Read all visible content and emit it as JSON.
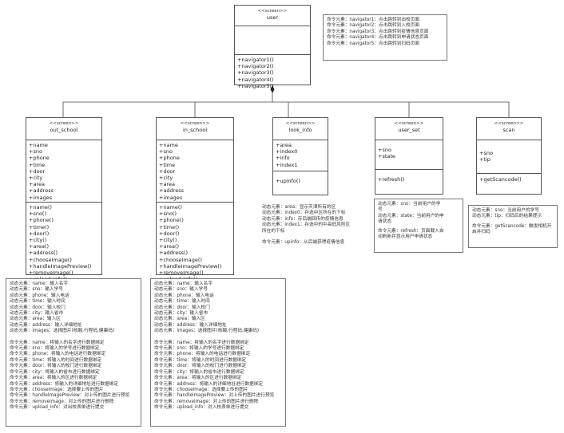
{
  "user": {
    "stereotype": "<<screen>>",
    "name": "user",
    "ops": [
      "+navigator1()",
      "+navigator2()",
      "+navigator3()",
      "+navigator4()",
      "+navigator5()"
    ]
  },
  "user_note": [
    "命令元素：navigator1：点击跳转到出校页面",
    "命令元素：navigator2：点击跳转到入校页面",
    "命令元素：navigator3：点击跳转到疫情信息页面",
    "命令元素：navigator4：点击跳转到申请状态页面",
    "命令元素：navigator5：点击跳转到扫码页面"
  ],
  "out_school": {
    "stereotype": "<<screen>>",
    "name": "out_school",
    "attrs": [
      "+name",
      "+sno",
      "+phone",
      "+time",
      "+door",
      "+city",
      "+area",
      "+address",
      "+images"
    ],
    "ops": [
      "+name()",
      "+sno()",
      "+phone()",
      "+time()",
      "+door()",
      "+city()",
      "+area()",
      "+address()",
      "+chooseImage()",
      "+handleImagePreview()",
      "+removeImage()",
      "+upload_info()"
    ]
  },
  "in_school": {
    "stereotype": "<<screen>>",
    "name": "in_school",
    "attrs": [
      "+name",
      "+sno",
      "+phone",
      "+time",
      "+door",
      "+city",
      "+area",
      "+address",
      "+images"
    ],
    "ops": [
      "+name()",
      "+sno()",
      "+phone()",
      "+time()",
      "+door()",
      "+city()",
      "+area()",
      "+address()",
      "+chooseImage()",
      "+handleImagePreview()",
      "+removeImage()",
      "+upload_info()"
    ]
  },
  "look_info": {
    "stereotype": "<<screen>>",
    "name": "look_info",
    "attrs": [
      "+area",
      "+index0",
      "+info",
      "+index1"
    ],
    "ops": [
      "+upinfo()"
    ]
  },
  "user_set": {
    "stereotype": "<<screen>>",
    "name": "user_set",
    "attrs": [
      "+sno",
      "+state"
    ],
    "ops": [
      "+refresh()"
    ]
  },
  "scan": {
    "stereotype": "<<screen>>",
    "name": "scan",
    "attrs": [
      "+sno",
      "+tip"
    ],
    "ops": [
      "+getScancode()"
    ]
  },
  "out_school_note": {
    "dynamic": [
      "动态元素：name：输入名字",
      "动态元素：sno：输入学号",
      "动态元素：phone：输入电话",
      "动态元素：time：输入时间",
      "动态元素：door：输入校门",
      "动态元素：city：输入省市",
      "动态元素：area：输入区",
      "动态元素：address：输入详细地址",
      "动态元素：images：选择图片(核酸,行程码,健康码)"
    ],
    "commands": [
      "命令元素：name：将输入的名字进行数据绑定",
      "命令元素：sno：将输入的学号进行数据绑定",
      "命令元素：phone：将输入的电话进行数据绑定",
      "命令元素：time：将输入的时间进行数据绑定",
      "命令元素：door：将输入的校门进行数据绑定",
      "命令元素：city：将输入的省市进行数据绑定",
      "命令元素：area：将输入的区进行数据绑定",
      "命令元素：address：将输入的详细地址进行数据绑定",
      "命令元素：chooseImage：选择要上传的图片",
      "命令元素：handleImagePreview：对上传的图片进行预览",
      "命令元素：removeImage：对上传的图片进行删除",
      "命令元素：upload_info：对出校表单进行提交"
    ]
  },
  "in_school_note": {
    "dynamic": [
      "动态元素：name：输入名字",
      "动态元素：sno：输入学号",
      "动态元素：phone：输入电话",
      "动态元素：time：输入时间",
      "动态元素：door：输入校门",
      "动态元素：city：输入省市",
      "动态元素：area：输入区",
      "动态元素：address：输入详细地址",
      "动态元素：images：选择图片(核酸,行程码,健康码)"
    ],
    "commands": [
      "命令元素：name：将输入的名字进行数据绑定",
      "命令元素：sno：将输入的学号进行数据绑定",
      "命令元素：phone：将输入的电话进行数据绑定",
      "命令元素：time：将输入的时间进行数据绑定",
      "命令元素：door：将输入的校门进行数据绑定",
      "命令元素：city：将输入的省市进行数据绑定",
      "命令元素：area：将输入的区进行数据绑定",
      "命令元素：address：将输入的详细地址进行数据绑定",
      "命令元素：chooseImage：选择要上传的图片",
      "命令元素：handleImagePreview：对上传的图片进行预览",
      "命令元素：removeImage：对上传的图片进行删除",
      "命令元素：upload_info：对入校表单进行提交"
    ]
  },
  "look_info_note": {
    "dynamic": [
      "动态元素：area：显示天津所有的区",
      "动态元素：index0：存选中区所在的下标",
      "动态元素：info：存后端回传的疫情信息",
      "动态元素：index1：存选中的中高低风险区",
      "所在的下标"
    ],
    "commands": [
      "命令元素：upinfo：从后端获得疫情信息"
    ]
  },
  "user_set_note": {
    "dynamic": [
      "动态元素：sno：当前用户的学",
      "号",
      "动态元素：state：当前用户的申",
      "请状态"
    ],
    "commands": [
      "命令元素：refresh：页面载入自",
      "动刷新并显示用户申请状态"
    ]
  },
  "scan_note": {
    "dynamic": [
      "动态元素：sno：当前用户的学号",
      "动态元素：tip：扫码后的结果提示"
    ],
    "commands": [
      "命令元素：getScancode：触发相机开",
      "启并扫码"
    ]
  }
}
